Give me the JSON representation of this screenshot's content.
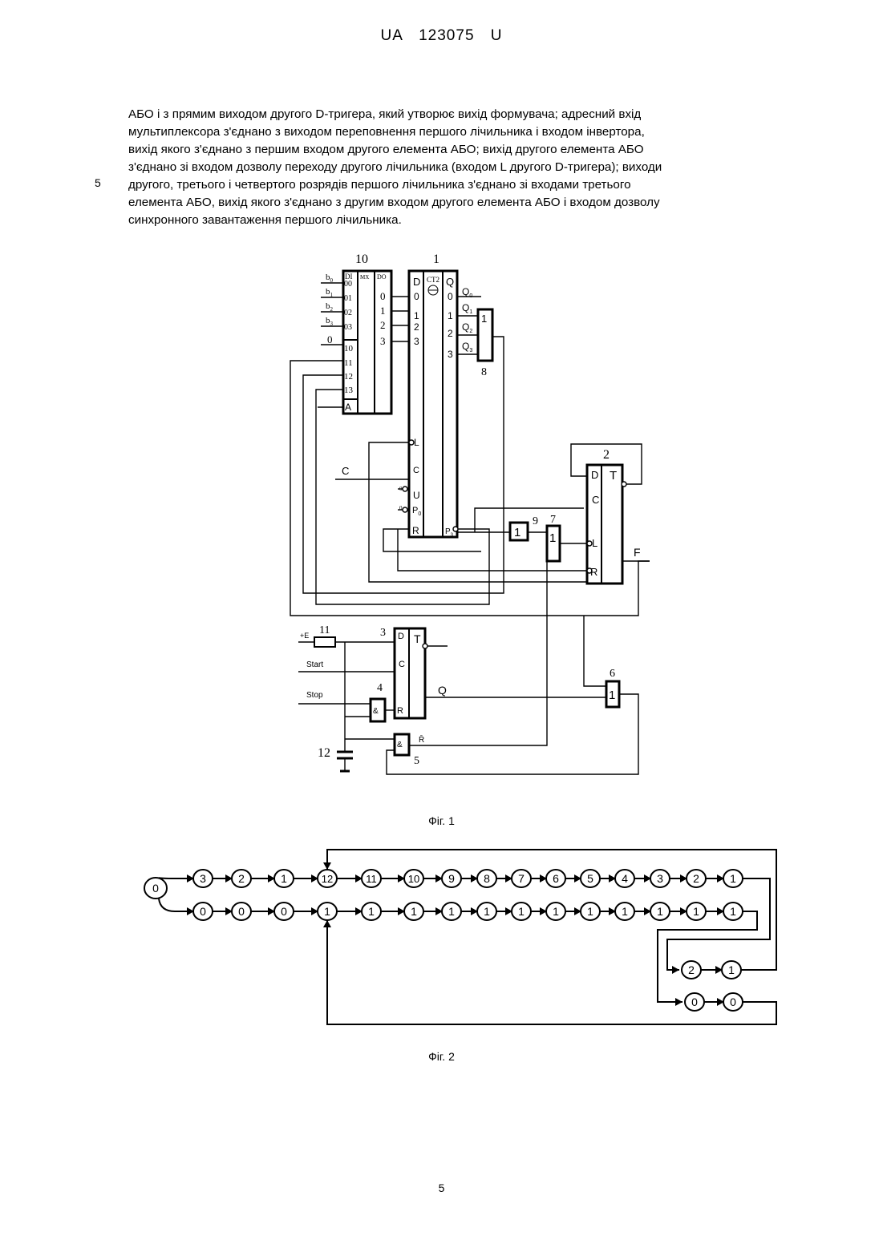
{
  "header": "UA 123075 U",
  "paragraph": [
    "АБО і з прямим виходом другого D-тригера, який утворює вихід формувача; адресний вхід",
    "мультиплексора з'єднано з виходом переповнення першого лічильника і входом інвертора,",
    "вихід якого з'єднано з першим входом другого елемента АБО; вихід другого елемента АБО",
    "з'єднано зі входом дозволу переходу другого лічильника (входом L другого D-тригера); виходи",
    "другого, третього і четвертого розрядів першого лічильника з'єднано зі входами третього",
    "елемента АБО, вихід якого з'єднано з другим входом другого елемента АБО і входом дозволу",
    "синхронного завантаження першого лічильника."
  ],
  "line_number": "5",
  "fig1": {
    "caption": "Фіг. 1",
    "labels": {
      "n10": "10",
      "n1": "1",
      "n2": "2",
      "n3": "3",
      "n4": "4",
      "n5": "5",
      "n6": "6",
      "n7": "7",
      "n8": "8",
      "n9": "9",
      "n11": "11",
      "n12": "12",
      "c_in": "C",
      "start": "Start",
      "stop": "Stop",
      "plus_e": "+E",
      "f_out": "F",
      "q_out": "Q",
      "r_bar": "R̄",
      "mux_di": "DI",
      "mux_mx": "MX",
      "mux_do": "DO",
      "mux_a": "A",
      "ct2": "CT2",
      "t_sym": "T",
      "or_sym": "1",
      "and_sym": "&"
    },
    "mux_data_inputs": [
      "00",
      "01",
      "02",
      "03"
    ],
    "mux_addr_inputs": [
      "10",
      "11",
      "12",
      "13"
    ],
    "mux_outputs": [
      "0",
      "1",
      "2",
      "3"
    ],
    "b_labels": [
      "b0",
      "b1",
      "b2",
      "b3"
    ],
    "zero": "0",
    "counter_inputs": [
      "D",
      "0",
      "1",
      "2",
      "3",
      "L",
      "C",
      "U",
      "P0",
      "R"
    ],
    "counter_outputs": [
      "Q",
      "0",
      "1",
      "2",
      "3",
      "P3"
    ],
    "q_labels": [
      "Q0",
      "Q1",
      "Q2",
      "Q3"
    ],
    "dff2_inputs": [
      "D",
      "C",
      "L",
      "R"
    ],
    "dff3_inputs": [
      "D",
      "C",
      "R"
    ]
  },
  "fig2": {
    "caption": "Фіг. 2",
    "start_node": "0",
    "top_row": [
      "3",
      "2",
      "1",
      "12",
      "11",
      "10",
      "9",
      "8",
      "7",
      "6",
      "5",
      "4",
      "3",
      "2",
      "1"
    ],
    "bottom_row": [
      "0",
      "0",
      "0",
      "1",
      "1",
      "1",
      "1",
      "1",
      "1",
      "1",
      "1",
      "1",
      "1",
      "1",
      "1"
    ],
    "branch_a": [
      "2",
      "1"
    ],
    "branch_b": [
      "0",
      "0"
    ]
  },
  "page_number": "5"
}
